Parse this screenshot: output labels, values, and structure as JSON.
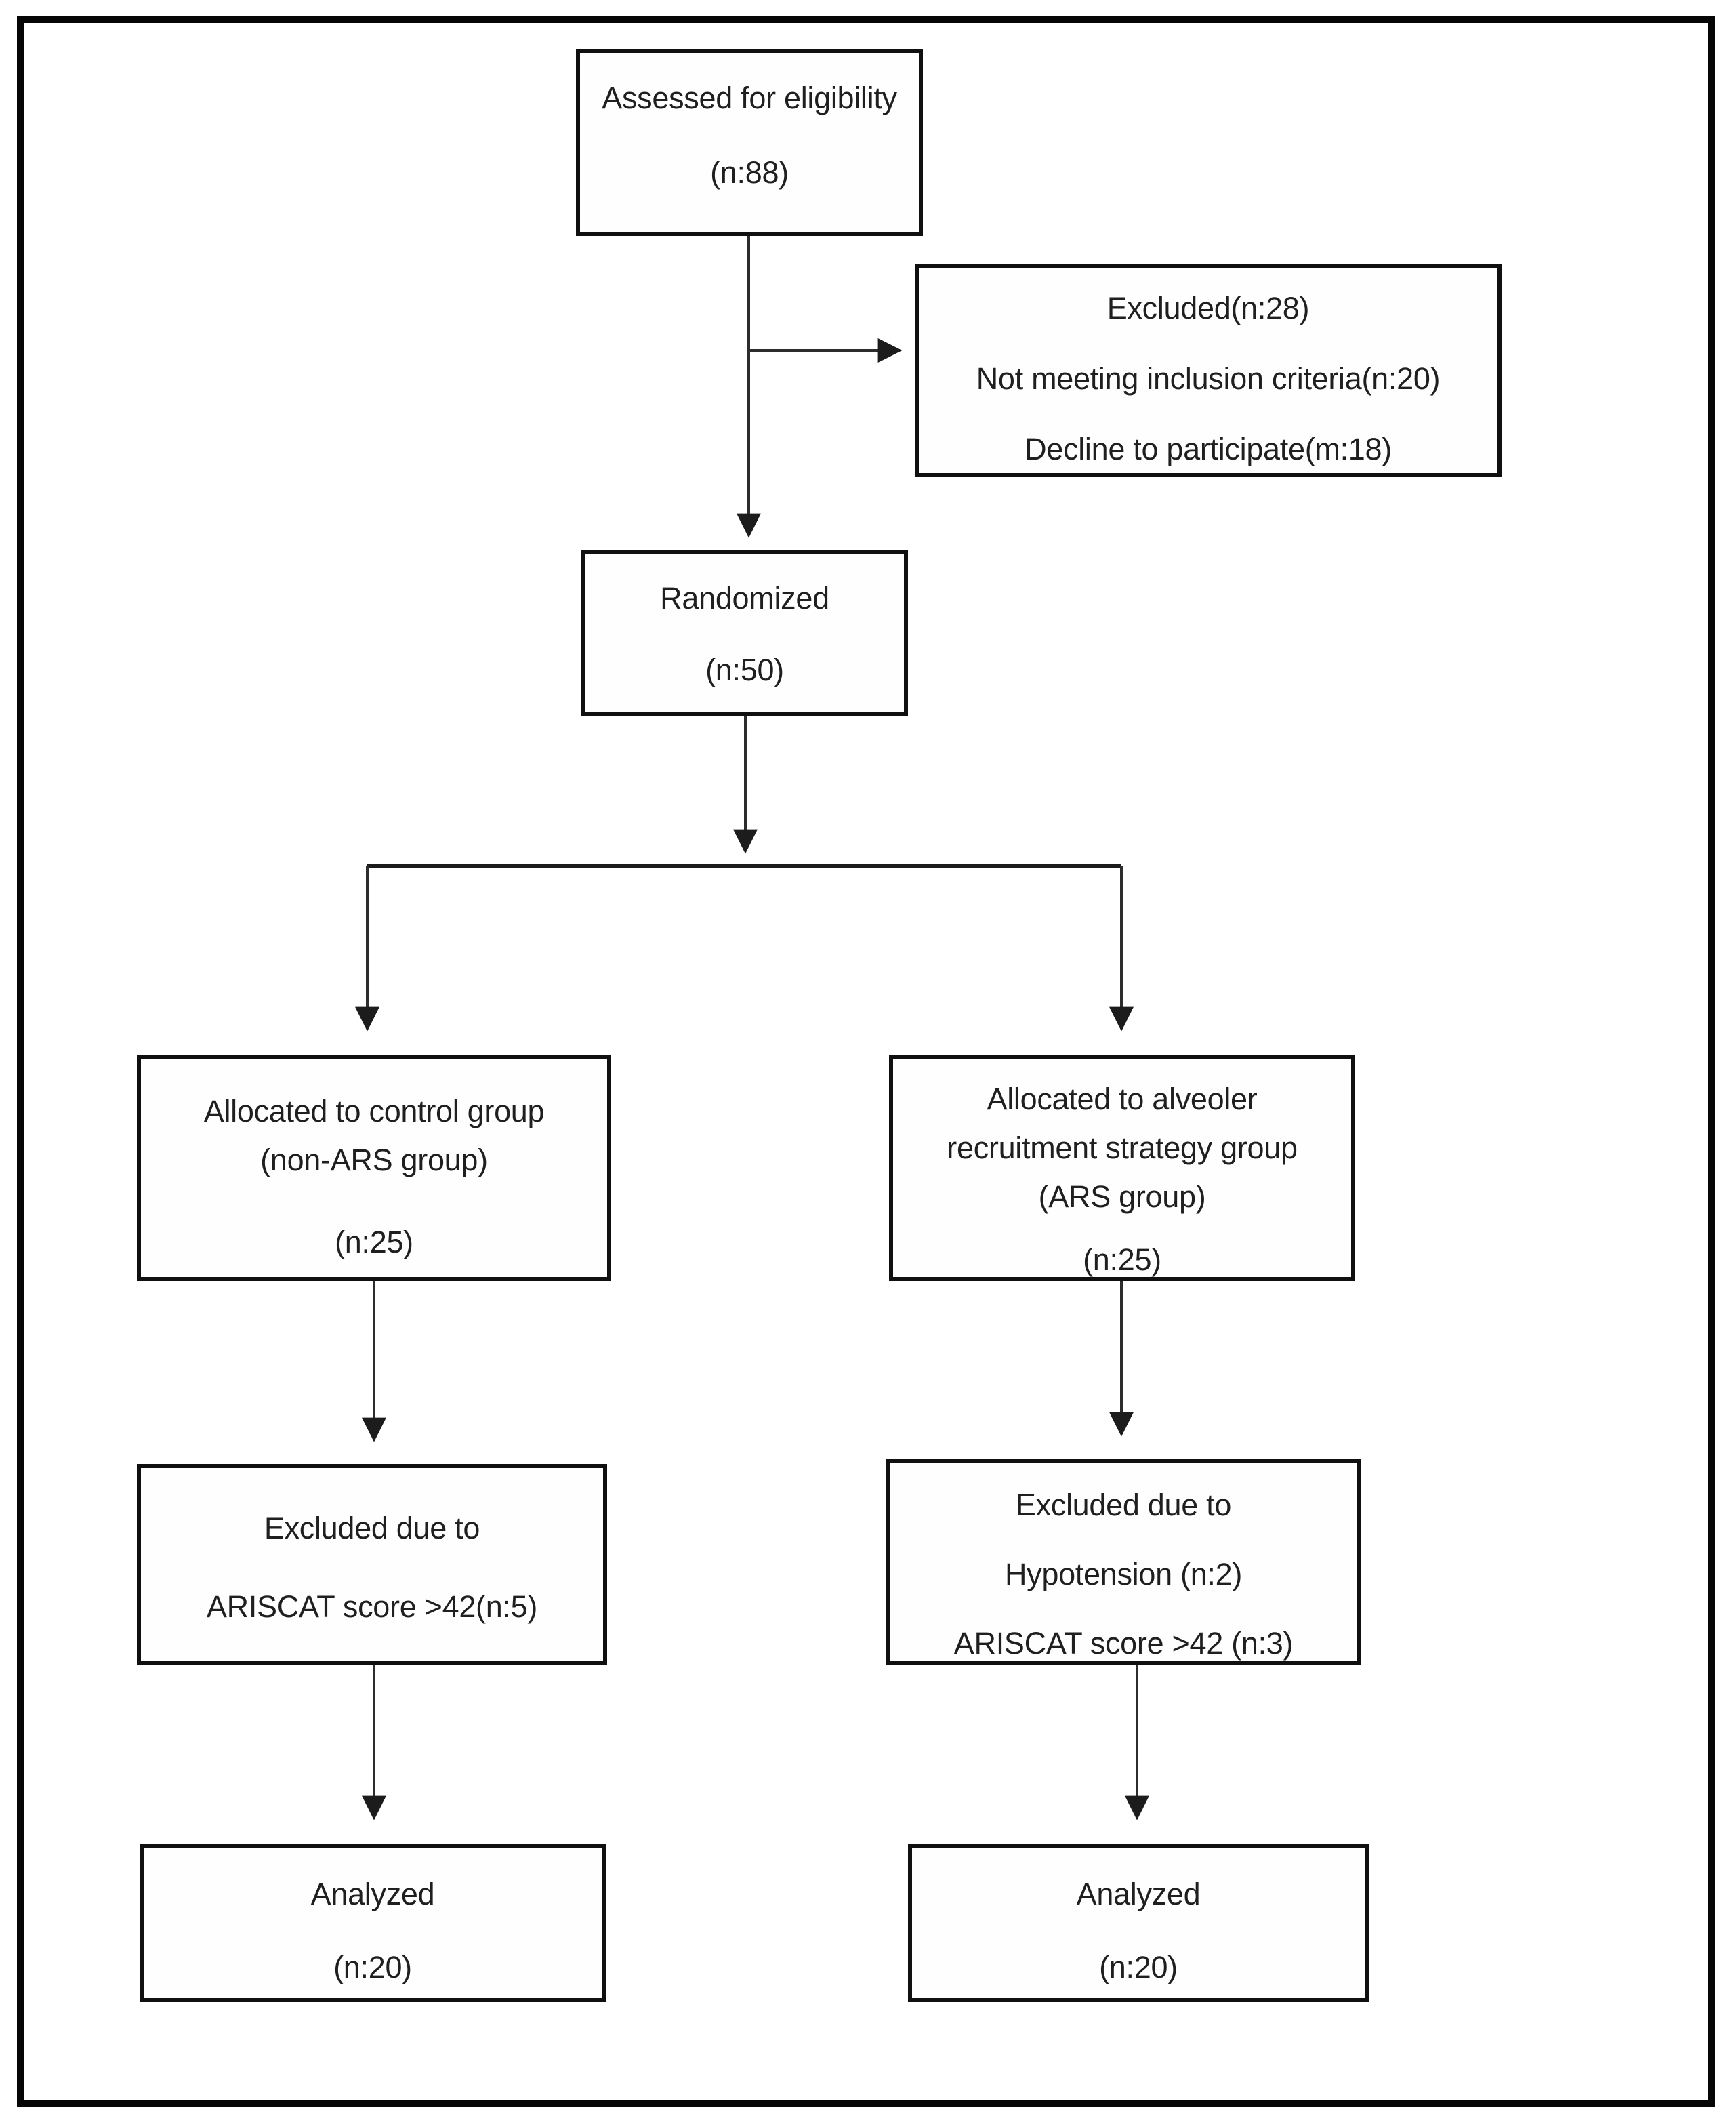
{
  "diagram": {
    "type": "consort-flow",
    "colors": {
      "outer_border": "#060606",
      "box_border": "#101010",
      "connector_line": "#2d2d2d",
      "text": "#1f1f1f",
      "background": "#ffffff"
    },
    "boxes": {
      "assessed": {
        "line1": "Assessed for eligibility",
        "line2": "(n:88)"
      },
      "excluded_top": {
        "line1": "Excluded(n:28)",
        "line2": "Not meeting inclusion criteria(n:20)",
        "line3": "Decline to participate(m:18)"
      },
      "randomized": {
        "line1": "Randomized",
        "line2": "(n:50)"
      },
      "alloc_control": {
        "line1": "Allocated to control group",
        "line2": "(non-ARS group)",
        "line3": "(n:25)"
      },
      "alloc_ars": {
        "line1": "Allocated to alveoler",
        "line2": "recruitment strategy group",
        "line3": "(ARS group)",
        "line4": "(n:25)"
      },
      "excl_control": {
        "line1": "Excluded due to",
        "line2": "ARISCAT score >42(n:5)"
      },
      "excl_ars": {
        "line1": "Excluded due to",
        "line2": "Hypotension (n:2)",
        "line3": "ARISCAT score >42 (n:3)"
      },
      "analyzed_control": {
        "line1": "Analyzed",
        "line2": "(n:20)"
      },
      "analyzed_ars": {
        "line1": "Analyzed",
        "line2": "(n:20)"
      }
    }
  }
}
